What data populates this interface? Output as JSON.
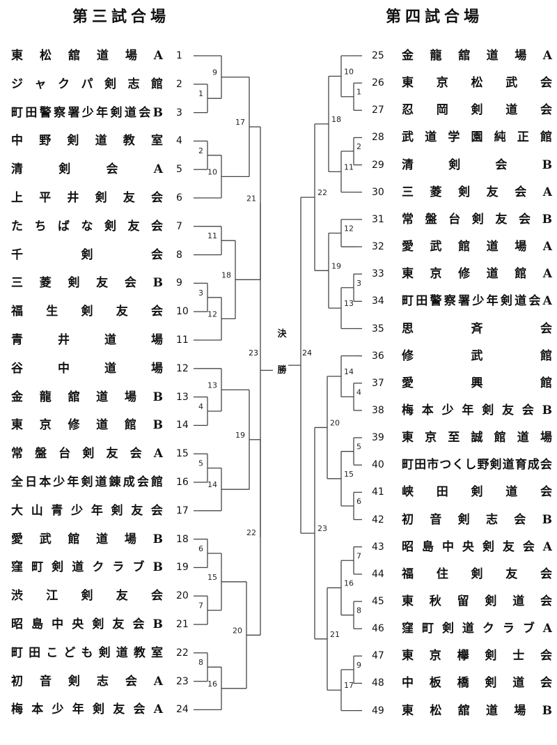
{
  "venues": {
    "left": {
      "title": "第三試合場"
    },
    "right": {
      "title": "第四試合場"
    }
  },
  "left_teams": [
    {
      "no": "1",
      "name": "東松舘道場A"
    },
    {
      "no": "2",
      "name": "ジャクパ剣志館"
    },
    {
      "no": "3",
      "name": "町田警察署少年剣道会B"
    },
    {
      "no": "4",
      "name": "中野剣道教室"
    },
    {
      "no": "5",
      "name": "清剣会A"
    },
    {
      "no": "6",
      "name": "上平井剣友会"
    },
    {
      "no": "7",
      "name": "たちばな剣友会"
    },
    {
      "no": "8",
      "name": "千剣会"
    },
    {
      "no": "9",
      "name": "三菱剣友会B"
    },
    {
      "no": "10",
      "name": "福生剣友会"
    },
    {
      "no": "11",
      "name": "青井道場"
    },
    {
      "no": "12",
      "name": "谷中道場"
    },
    {
      "no": "13",
      "name": "金龍舘道場B"
    },
    {
      "no": "14",
      "name": "東京修道館B"
    },
    {
      "no": "15",
      "name": "常盤台剣友会A"
    },
    {
      "no": "16",
      "name": "全日本少年剣道錬成会館"
    },
    {
      "no": "17",
      "name": "大山青少年剣友会"
    },
    {
      "no": "18",
      "name": "愛武館道場B"
    },
    {
      "no": "19",
      "name": "窪町剣道クラブB"
    },
    {
      "no": "20",
      "name": "渋江剣友会"
    },
    {
      "no": "21",
      "name": "昭島中央剣友会B"
    },
    {
      "no": "22",
      "name": "町田こども剣道教室"
    },
    {
      "no": "23",
      "name": "初音剣志会A"
    },
    {
      "no": "24",
      "name": "梅本少年剣友会A"
    }
  ],
  "right_teams": [
    {
      "no": "25",
      "name": "金龍舘道場A"
    },
    {
      "no": "26",
      "name": "東京松武会"
    },
    {
      "no": "27",
      "name": "忍岡剣道会"
    },
    {
      "no": "28",
      "name": "武道学園純正館"
    },
    {
      "no": "29",
      "name": "清剣会B"
    },
    {
      "no": "30",
      "name": "三菱剣友会A"
    },
    {
      "no": "31",
      "name": "常盤台剣友会B"
    },
    {
      "no": "32",
      "name": "愛武館道場A"
    },
    {
      "no": "33",
      "name": "東京修道館A"
    },
    {
      "no": "34",
      "name": "町田警察署少年剣道会A"
    },
    {
      "no": "35",
      "name": "思斉会"
    },
    {
      "no": "36",
      "name": "修武館"
    },
    {
      "no": "37",
      "name": "愛興館"
    },
    {
      "no": "38",
      "name": "梅本少年剣友会B"
    },
    {
      "no": "39",
      "name": "東京至誠館道場"
    },
    {
      "no": "40",
      "name": "町田市つくし野剣道育成会"
    },
    {
      "no": "41",
      "name": "峡田剣道会"
    },
    {
      "no": "42",
      "name": "初音剣志会B"
    },
    {
      "no": "43",
      "name": "昭島中央剣友会A"
    },
    {
      "no": "44",
      "name": "福住剣友会"
    },
    {
      "no": "45",
      "name": "東秋留剣道会"
    },
    {
      "no": "46",
      "name": "窪町剣道クラブA"
    },
    {
      "no": "47",
      "name": "東京欅剣士会"
    },
    {
      "no": "48",
      "name": "中板橋剣道会"
    },
    {
      "no": "49",
      "name": "東松舘道場B"
    }
  ],
  "left_matches": [
    {
      "id": "L9",
      "label": "9"
    },
    {
      "id": "L1",
      "label": "1"
    },
    {
      "id": "L2",
      "label": "2"
    },
    {
      "id": "L10",
      "label": "10"
    },
    {
      "id": "L17",
      "label": "17"
    },
    {
      "id": "L11",
      "label": "11"
    },
    {
      "id": "L3",
      "label": "3"
    },
    {
      "id": "L12",
      "label": "12"
    },
    {
      "id": "L18",
      "label": "18"
    },
    {
      "id": "L21",
      "label": "21"
    },
    {
      "id": "L13",
      "label": "13"
    },
    {
      "id": "L4",
      "label": "4"
    },
    {
      "id": "L5",
      "label": "5"
    },
    {
      "id": "L14",
      "label": "14"
    },
    {
      "id": "L19",
      "label": "19"
    },
    {
      "id": "L6",
      "label": "6"
    },
    {
      "id": "L7",
      "label": "7"
    },
    {
      "id": "L15",
      "label": "15"
    },
    {
      "id": "L8",
      "label": "8"
    },
    {
      "id": "L16",
      "label": "16"
    },
    {
      "id": "L20",
      "label": "20"
    },
    {
      "id": "L22",
      "label": "22"
    }
  ],
  "right_matches": [
    {
      "id": "R1",
      "label": "1"
    },
    {
      "id": "R10",
      "label": "10"
    },
    {
      "id": "R2",
      "label": "2"
    },
    {
      "id": "R11",
      "label": "11"
    },
    {
      "id": "R18",
      "label": "18"
    },
    {
      "id": "R3",
      "label": "3"
    },
    {
      "id": "R12",
      "label": "12"
    },
    {
      "id": "R13",
      "label": "13"
    },
    {
      "id": "R19",
      "label": "19"
    },
    {
      "id": "R22",
      "label": "22"
    },
    {
      "id": "R4",
      "label": "4"
    },
    {
      "id": "R14",
      "label": "14"
    },
    {
      "id": "R5",
      "label": "5"
    },
    {
      "id": "R6",
      "label": "6"
    },
    {
      "id": "R15",
      "label": "15"
    },
    {
      "id": "R20",
      "label": "20"
    },
    {
      "id": "R7",
      "label": "7"
    },
    {
      "id": "R8",
      "label": "8"
    },
    {
      "id": "R16",
      "label": "16"
    },
    {
      "id": "R9",
      "label": "9"
    },
    {
      "id": "R17",
      "label": "17"
    },
    {
      "id": "R21",
      "label": "21"
    },
    {
      "id": "R23",
      "label": "23"
    }
  ],
  "final": {
    "label_top": "決",
    "label_bottom": "勝",
    "left_no": "23",
    "right_no": "24"
  }
}
